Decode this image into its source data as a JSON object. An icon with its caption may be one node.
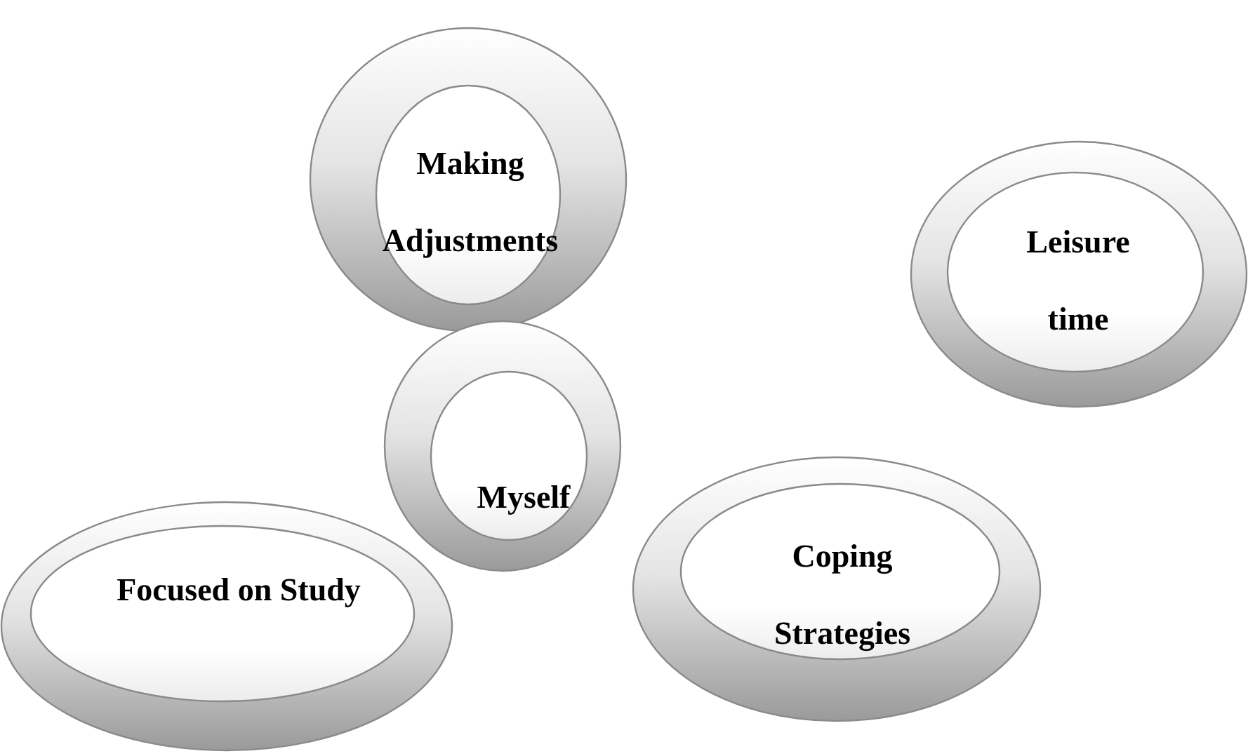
{
  "diagram": {
    "nodes": [
      {
        "text": [
          "Making Adjustments"
        ]
      },
      {
        "text": [
          "Leisure time"
        ]
      },
      {
        "text": [
          "Myself"
        ]
      },
      {
        "text": [
          "Focused on Study"
        ]
      },
      {
        "text": [
          "Coping Strategies"
        ]
      }
    ]
  }
}
